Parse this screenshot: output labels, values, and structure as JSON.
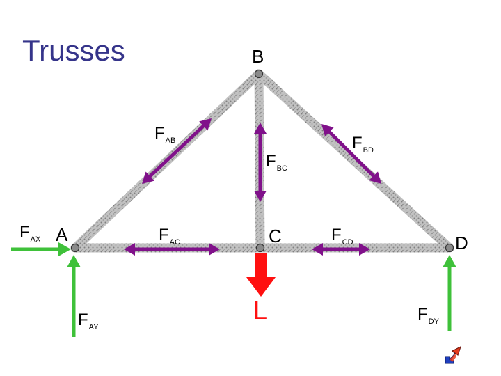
{
  "title": "Trusses",
  "colors": {
    "title": "#35348a",
    "member": "#b0b0b0",
    "member_dots": "#7a7a7a",
    "member_force": "#80118a",
    "reaction": "#3fc13a",
    "load": "#ff1010",
    "joint": "#888888"
  },
  "nodes": {
    "A": "A",
    "B": "B",
    "C": "C",
    "D": "D"
  },
  "forces": {
    "AB": {
      "main": "F",
      "sub": "AB"
    },
    "BC": {
      "main": "F",
      "sub": "BC"
    },
    "BD": {
      "main": "F",
      "sub": "BD"
    },
    "AC": {
      "main": "F",
      "sub": "AC"
    },
    "CD": {
      "main": "F",
      "sub": "CD"
    },
    "AX": {
      "main": "F",
      "sub": "AX"
    },
    "AY": {
      "main": "F",
      "sub": "AY"
    },
    "DY": {
      "main": "F",
      "sub": "DY"
    }
  },
  "load": "L",
  "nav_icon": "next-slide-arrow-icon"
}
